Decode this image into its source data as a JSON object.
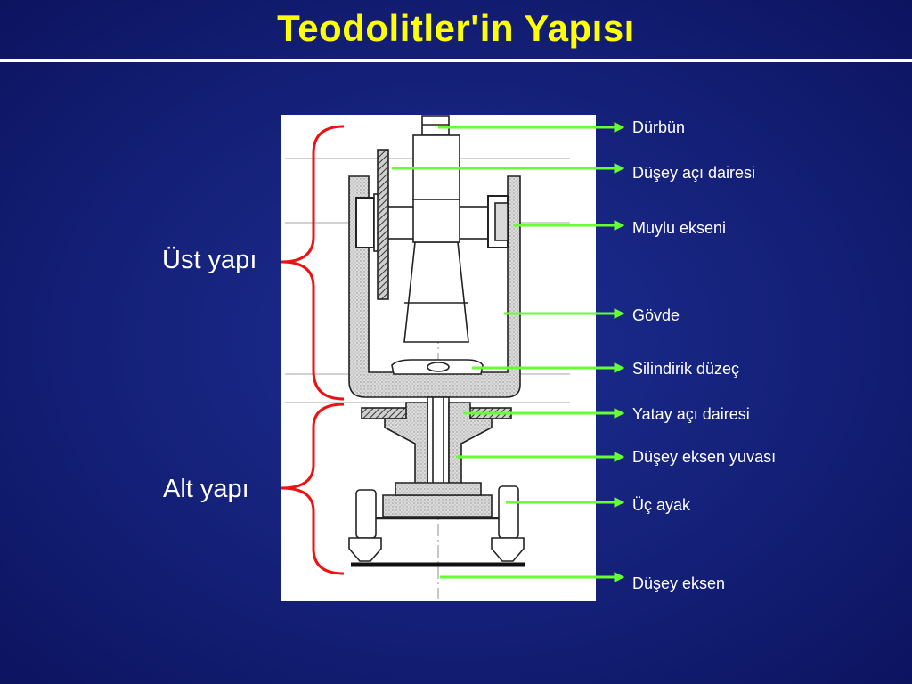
{
  "slide": {
    "title": "Teodolitler'in Yapısı"
  },
  "groups": {
    "upper": "Üst yapı",
    "lower": "Alt yapı"
  },
  "parts": [
    {
      "label": "Dürbün"
    },
    {
      "label": "Düşey açı dairesi"
    },
    {
      "label": "Muylu ekseni"
    },
    {
      "label": "Gövde"
    },
    {
      "label": "Silindirik düzeç"
    },
    {
      "label": "Yatay açı dairesi"
    },
    {
      "label": "Düşey eksen yuvası"
    },
    {
      "label": "Üç ayak"
    },
    {
      "label": "Düşey eksen"
    }
  ],
  "colors": {
    "background": "#16237d",
    "title": "#ffff00",
    "text": "#ffffff",
    "arrow": "#66ff33",
    "brace": "#ee1111"
  }
}
